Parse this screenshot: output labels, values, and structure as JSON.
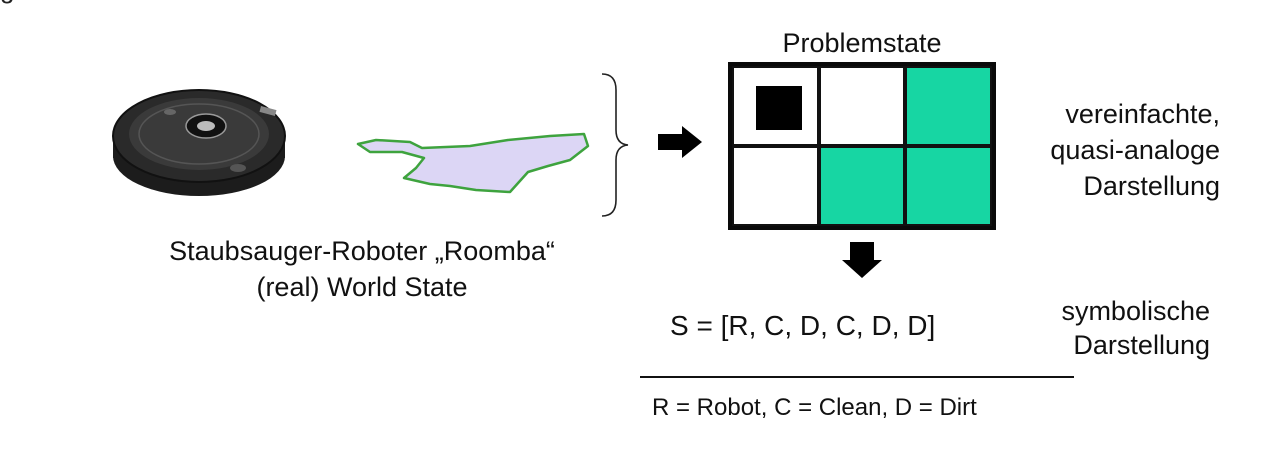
{
  "top_fragment": "g",
  "left": {
    "caption_line1": "Staubsauger-Roboter „Roomba“",
    "caption_line2": "(real) World State",
    "robot_image": "roomba-robot-vacuum",
    "room_shape": "floor-outline-shape"
  },
  "grid": {
    "title": "Problemstate",
    "cells": [
      "R",
      "C",
      "D",
      "C",
      "D",
      "D"
    ],
    "colors": {
      "dirt": "#17d6a3",
      "clean": "#ffffff",
      "robot": "#000000",
      "border": "#0a0a0a"
    }
  },
  "right": {
    "desc_analog_1": "vereinfachte,",
    "desc_analog_2": "quasi-analoge",
    "desc_analog_3": "Darstellung",
    "desc_symbolic_1": "symbolische",
    "desc_symbolic_2": "Darstellung"
  },
  "formula": {
    "state": "S = [R, C, D, C, D, D]",
    "legend": "R = Robot, C = Clean, D = Dirt"
  }
}
